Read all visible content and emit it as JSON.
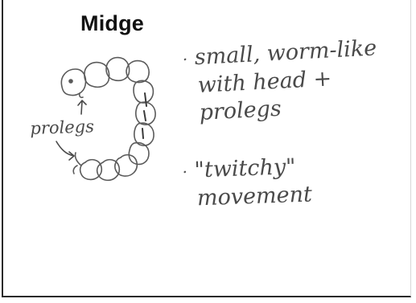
{
  "title": "Midge",
  "label": "prolegs",
  "notes": [
    {
      "bullet": "·",
      "lines": [
        "small, worm-like",
        "with head +",
        "prolegs"
      ]
    },
    {
      "bullet": "·",
      "lines": [
        "\"twitchy\"",
        "movement"
      ]
    }
  ],
  "colors": {
    "ink": "#4a4a4a",
    "title": "#111111",
    "border": "#2a2a2a"
  },
  "icons": [
    "larva-sketch",
    "arrow-up-icon",
    "arrow-curved-icon"
  ]
}
